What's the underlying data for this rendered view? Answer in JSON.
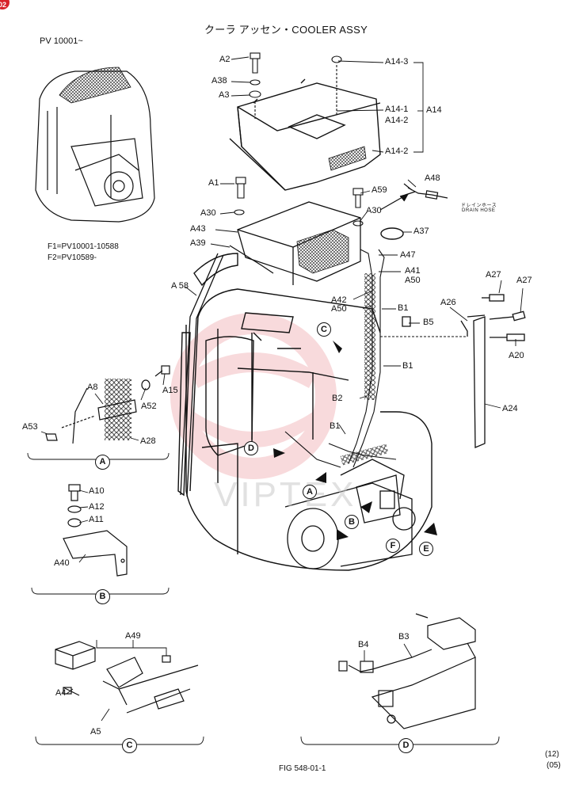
{
  "page": {
    "badge": "02",
    "title": "クーラ アッセン・COOLER ASSY",
    "serial": "PV 10001~",
    "f1": "F1=PV10001-10588",
    "f2": "F2=PV10589-",
    "fig": "FIG 548-01-1",
    "page_no": "(12)",
    "rev": "(05)",
    "watermark": "VIPTEX"
  },
  "labels": {
    "a2": "A2",
    "a38": "A38",
    "a3": "A3",
    "a14_3": "A14-3",
    "a14_1": "A14-1",
    "a14": "A14",
    "a14_2a": "A14-2",
    "a14_2b": "A14-2",
    "a1": "A1",
    "a59": "A59",
    "a48": "A48",
    "drain_jp": "ドレインホース",
    "drain_en": "DRAIN HOSE",
    "a30a": "A30",
    "a30b": "A30",
    "a37": "A37",
    "a43": "A43",
    "a39": "A39",
    "a47": "A47",
    "a41": "A41",
    "a50a": "A50",
    "a42": "A42",
    "a50b": "A50",
    "b1a": "B1",
    "a58": "A 58",
    "a27a": "A27",
    "a27b": "A27",
    "a26": "A26",
    "b5": "B5",
    "a20": "A20",
    "b1b": "B1",
    "b2": "B2",
    "a24": "A24",
    "b1c": "B1",
    "a15": "A15",
    "a52": "A52",
    "a8": "A8",
    "a53": "A53",
    "a28": "A28",
    "a10": "A10",
    "a12": "A12",
    "a11": "A11",
    "a40": "A40",
    "a49": "A49",
    "a4": "A4",
    "a5": "A5",
    "b4": "B4",
    "b3": "B3"
  },
  "callouts": {
    "c_view": "C",
    "d_view": "D",
    "a_view": "A",
    "b_view": "B",
    "f_view": "F",
    "e_view": "E",
    "a_caption": "A",
    "b_caption": "B",
    "c_caption": "C",
    "d_caption": "D"
  }
}
